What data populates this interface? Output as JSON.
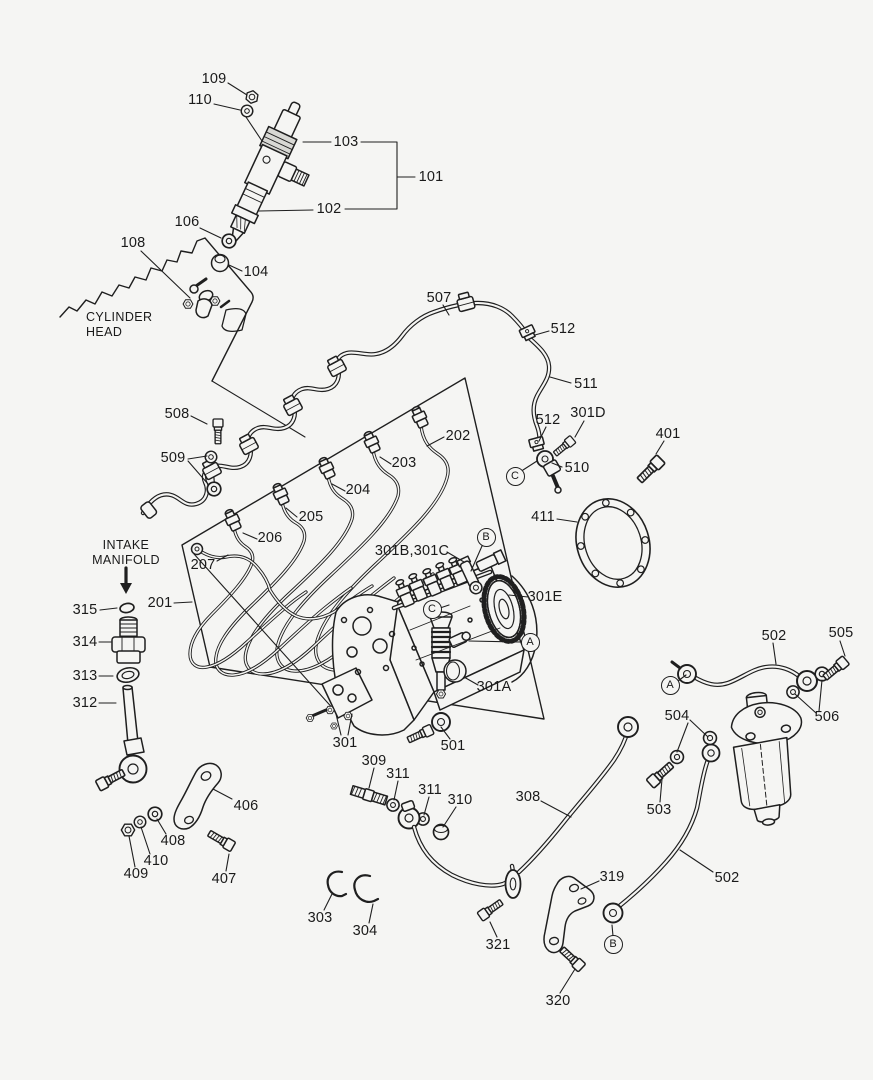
{
  "colors": {
    "background": "#f5f5f3",
    "line": "#1f1f1f"
  },
  "texts": {
    "cylinder_head_line1": "CYLINDER",
    "cylinder_head_line2": "HEAD",
    "intake_manifold_line1": "INTAKE",
    "intake_manifold_line2": "MANIFOLD"
  },
  "callouts": {
    "c109": "109",
    "c110": "110",
    "c103": "103",
    "c101": "101",
    "c102": "102",
    "c106": "106",
    "c104": "104",
    "c108": "108",
    "c507": "507",
    "c512a": "512",
    "c511": "511",
    "c512b": "512",
    "c301d": "301D",
    "c510": "510",
    "c401": "401",
    "c411": "411",
    "c508": "508",
    "c509": "509",
    "c202": "202",
    "c203": "203",
    "c204": "204",
    "c205": "205",
    "c206": "206",
    "c207": "207",
    "c301bc": "301B,301C",
    "c201": "201",
    "c315": "315",
    "c314": "314",
    "c313": "313",
    "c312": "312",
    "c301e": "301E",
    "c301a": "301A",
    "c301": "301",
    "c501": "501",
    "c309": "309",
    "c311a": "311",
    "c311b": "311",
    "c310": "310",
    "c308": "308",
    "c406": "406",
    "c408": "408",
    "c410": "410",
    "c409": "409",
    "c407": "407",
    "c502a": "502",
    "c505": "505",
    "c504": "504",
    "c506": "506",
    "c503": "503",
    "c319": "319",
    "c321": "321",
    "c320": "320",
    "c502b": "502",
    "c303": "303",
    "c304": "304"
  },
  "markers": {
    "a_pump": "A",
    "a_filter": "A",
    "b_pump": "B",
    "b_pipe": "B",
    "c_banjo": "C",
    "c_pump": "C"
  }
}
